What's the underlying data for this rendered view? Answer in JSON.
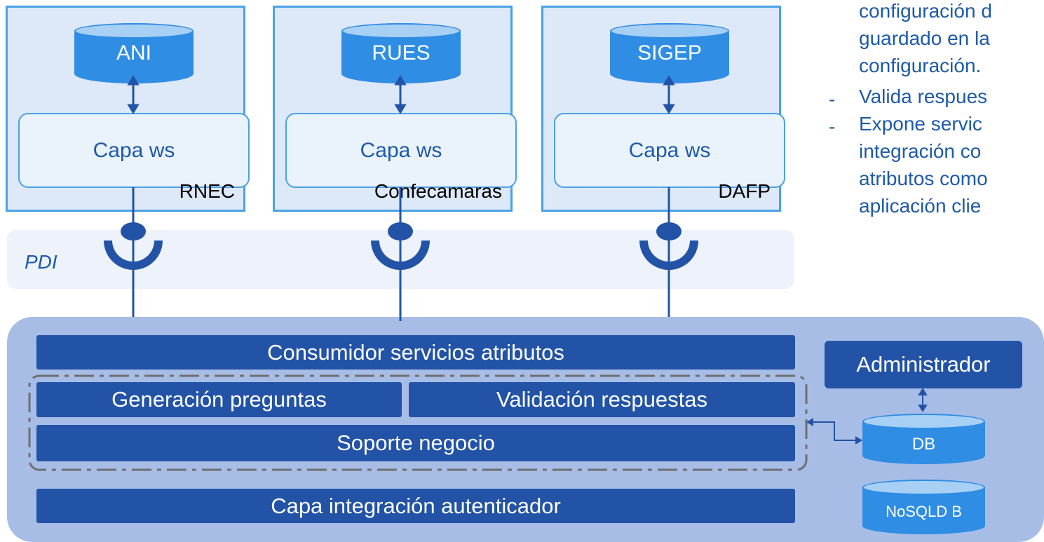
{
  "sources": [
    {
      "db": "ANI",
      "layer": "Capa ws",
      "owner": "RNEC"
    },
    {
      "db": "RUES",
      "layer": "Capa ws",
      "owner": "Confecamaras"
    },
    {
      "db": "SIGEP",
      "layer": "Capa ws",
      "owner": "DAFP"
    }
  ],
  "pdi_label": "PDI",
  "platform": {
    "consumer": "Consumidor servicios atributos",
    "generation": "Generación preguntas",
    "validation": "Validación respuestas",
    "support": "Soporte negocio",
    "integration": "Capa integración autenticador",
    "admin": "Administrador",
    "db": "DB",
    "nosql": "NoSQLD B"
  },
  "notes": {
    "line1": "configuración d",
    "line2": "guardado en la",
    "line3": "configuración.",
    "bullet2": "Valida respues",
    "bullet3_l1": "Expone servic",
    "bullet3_l2": "integración co",
    "bullet3_l3": "atributos como",
    "bullet3_l4": "aplicación clie",
    "dash": "-"
  },
  "colors": {
    "source_bg": "#dde8f8",
    "accent": "#4aa2e6",
    "cylinder": "#2f8de4",
    "bar": "#2253a6",
    "platform_bg": "#a7bde6"
  }
}
